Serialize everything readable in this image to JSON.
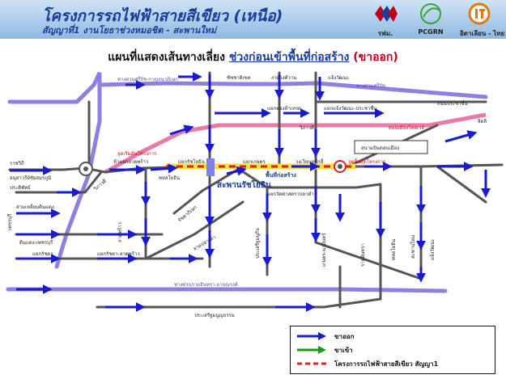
{
  "header": {
    "title": "โครงการรถไฟฟ้าสายสีเขียว (เหนือ)",
    "subtitle": "สัญญาที่1 งานโยธาช่วงหมอชิต - สะพานใหม่",
    "logos": [
      {
        "name": "รฟม.",
        "icon": "mrta-logo",
        "color": "#c0001a"
      },
      {
        "name": "PCGRN",
        "icon": "pcgrn-logo",
        "color": "#3aa535"
      },
      {
        "name": "อิตาเลียน - ไทย",
        "icon": "itd-logo",
        "color": "#e07a10"
      }
    ]
  },
  "map_heading": {
    "main": "แผนที่แสดงเส้นทางเลี่ยง",
    "period": "ช่วงก่อนเข้าพื้นที่ก่อสร้าง",
    "direction": "(ขาออก)"
  },
  "map": {
    "colors": {
      "road": "#555555",
      "outbound": "#1a1ad0",
      "inbound": "#1a9a1a",
      "expressway": "#8f7fe0",
      "tollway": "#e87aa8",
      "project": "#e02020",
      "project_fill": "#f0e040",
      "bridge": "#7c80e8"
    },
    "labels": {
      "expressway_n": "ทางด่วนศรีรัช-กาญจนาภิเษก",
      "expressway_e": "ทางด่วนศรีรัช",
      "tollway": "ดอนเมืองโทลเวย์",
      "chaeng_top": "แจ้งวัฒนะ",
      "ngamwongwan": "งามวงศ์วาน",
      "chidchai": "ชัชชาติเขต",
      "pracha_chuen": "ถนนประชาชื่น",
      "yaek_thongchai": "แยกทองห้าเหรด",
      "yaek_chaeng": "แยกแจ้งวัฒนะ-ประชาชื่น",
      "vibhavadi_e": "วิภาวดี",
      "vibhavadi_rot": "วิภาวดี",
      "chidlom": "จิดลิ",
      "project_start": "จุดเริ่มต้นโครงการ",
      "yaek_lak_si": "ห้าแยกลาดพร้าว",
      "yaek_chut": "แยกรัชโยธิน",
      "phahon": "พหลโยธิน",
      "yaek_kaset": "แยกเกษตร",
      "wongwian": "วงเวียนหลักสี่",
      "project_end": "จุดสิ้นสุดโครงการ",
      "stadium": "สนามบินดอนเมือง",
      "construction_zone": "พื้นที่ก่อสร้าง",
      "saphan": "สะพานรัชโยธิน",
      "yaek_wat": "แยกวัดศาสตราปลาดำ",
      "ratchadapisek": "ราชวิถี",
      "anusawari": "อนุสาวรีย์ชัยสมรภูมิ",
      "pradipat": "ประดิพัทธ์",
      "saphan_khwai": "สามเหลี่ยมดินแดง",
      "phetchaburi": "เพชรบุรี",
      "din_daeng": "ดินแดง-เพชรบุรี",
      "yaek_ratchada": "แยกรัชดา",
      "yaek_lat_phrao": "แยกรัชดา-ลาดพร้าว",
      "lat_phrao": "ลาดพร้าว",
      "ratchada_lbl": "รัชดาภิเษก",
      "lat_pla_khao": "ลาดปลาเค้า",
      "pracha_ruamchai": "ประเสริฐมนูกิจ",
      "ramintra_exp": "ทางด่วนรามอินทรา-อาจณรงค์",
      "pracha_songkhro": "ประเสริฐมนูญธรรม",
      "kaset_nawamin": "เกษตร-นวมินทร์",
      "ram_intra": "รามอินทรา",
      "phahon_n": "พหลโยธิน",
      "saphan_mai": "สะพานใหม่",
      "chaeng_wattana": "แจ้งวัฒนะ"
    }
  },
  "legend": {
    "items": [
      {
        "label": "ขาออก",
        "symbol": "blue-arrow-icon"
      },
      {
        "label": "ขาเข้า",
        "symbol": "green-arrow-icon"
      },
      {
        "label": "โครงการรถไฟฟ้าสายสีเขียว สัญญา1",
        "symbol": "red-dashed-line-icon"
      }
    ]
  }
}
